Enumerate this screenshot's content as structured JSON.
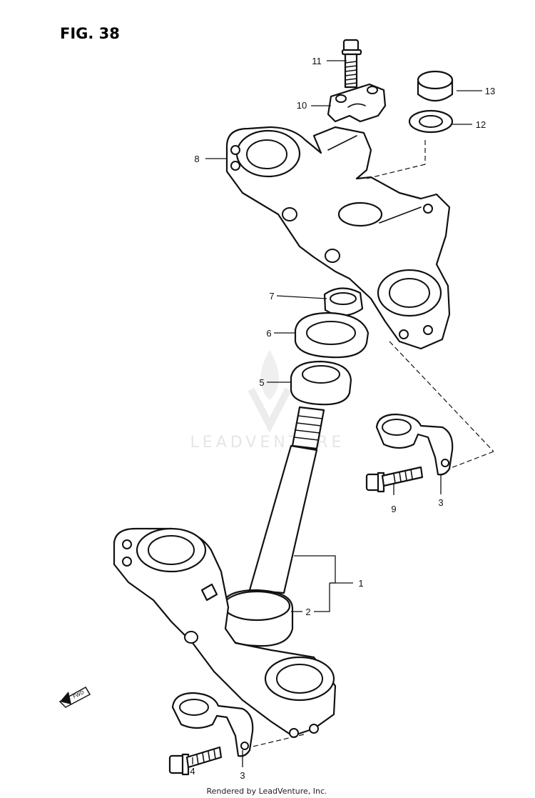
{
  "figure": {
    "title": "FIG. 38",
    "watermark": "LEADVENTURE",
    "footer": "Rendered by LeadVenture, Inc.",
    "front_mark": "FWD"
  },
  "callouts": [
    "11",
    "10",
    "13",
    "12",
    "8",
    "7",
    "6",
    "5",
    "9",
    "3",
    "1",
    "2",
    "4",
    "3"
  ],
  "colors": {
    "ink": "#111111",
    "paper": "#ffffff",
    "watermark": "#e6e6e6"
  }
}
